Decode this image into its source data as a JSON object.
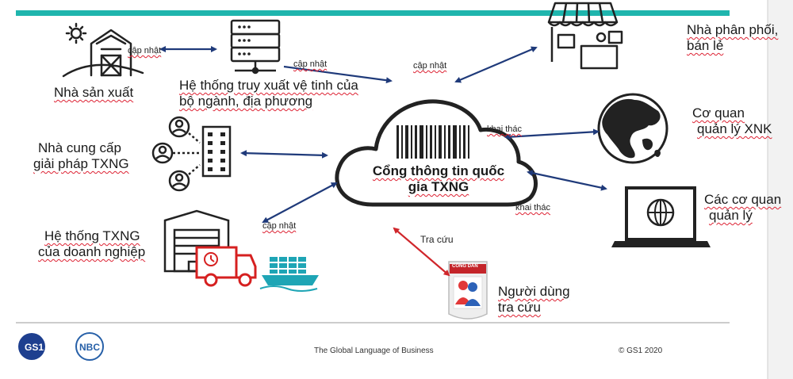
{
  "nodes": {
    "producer": "Nhà sản xuất",
    "satellite_line1": "Hệ thống truy xuất vệ tinh của",
    "satellite_line2": "bộ ngành, địa phương",
    "distributor_line1": "Nhà phân phối,",
    "distributor_line2": "bán lẻ",
    "solution_line1": "Nhà cung cấp",
    "solution_line2": "giải pháp TXNG",
    "customs_line1": "Cơ quan",
    "customs_line2": "quản lý XNK",
    "agencies_line1": "Các cơ quan",
    "agencies_line2": "quản lý",
    "enterprise_line1": "Hệ thống TXNG",
    "enterprise_line2": "của doanh nghiệp",
    "user_line1": "Người dùng",
    "user_line2": "tra cứu",
    "portal_line1": "Cổng thông tin quốc",
    "portal_line2": "gia TXNG"
  },
  "edges": {
    "update_producer": "cập nhật",
    "update_satellite": "cập nhật",
    "update_distributor": "cập nhật",
    "exploit_customs": "khai thác",
    "exploit_agencies": "khai thác",
    "update_enterprise": "cập nhật",
    "lookup_user": "Tra cứu"
  },
  "badge": {
    "label": "CÔNG DÂN"
  },
  "footer": {
    "tagline": "The Global Language of Business",
    "copyright": "© GS1 2020",
    "logo_gs1": "GS1",
    "logo_nbc": "NBC"
  },
  "colors": {
    "teal_bar": "#1fb5ad",
    "arrow_blue": "#1f3a7a",
    "arrow_red": "#d0262b",
    "truck_red": "#d62020",
    "ship_teal": "#1ea5b5",
    "gs1_blue": "#1e3f8f",
    "nbc_blue": "#2760a8"
  }
}
